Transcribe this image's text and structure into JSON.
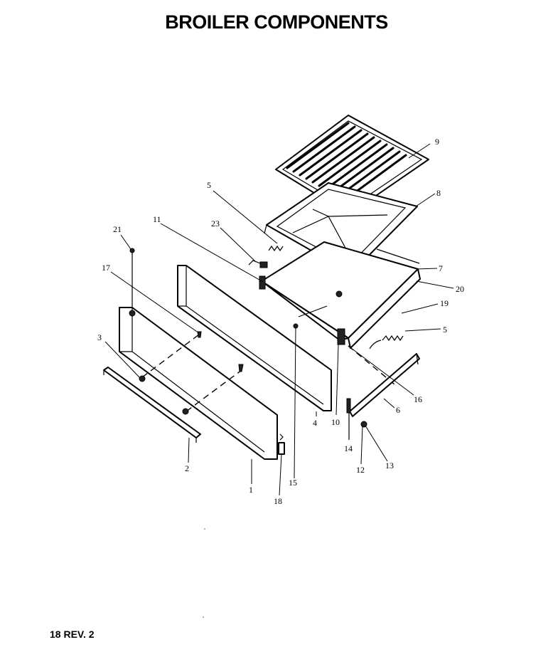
{
  "title": "BROILER COMPONENTS",
  "footer": "18 REV. 2",
  "callouts": [
    "9",
    "8",
    "5",
    "11",
    "23",
    "21",
    "17",
    "7",
    "20",
    "19",
    "5",
    "3",
    "16",
    "6",
    "2",
    "4",
    "10",
    "14",
    "12",
    "13",
    "1",
    "15",
    "18"
  ]
}
